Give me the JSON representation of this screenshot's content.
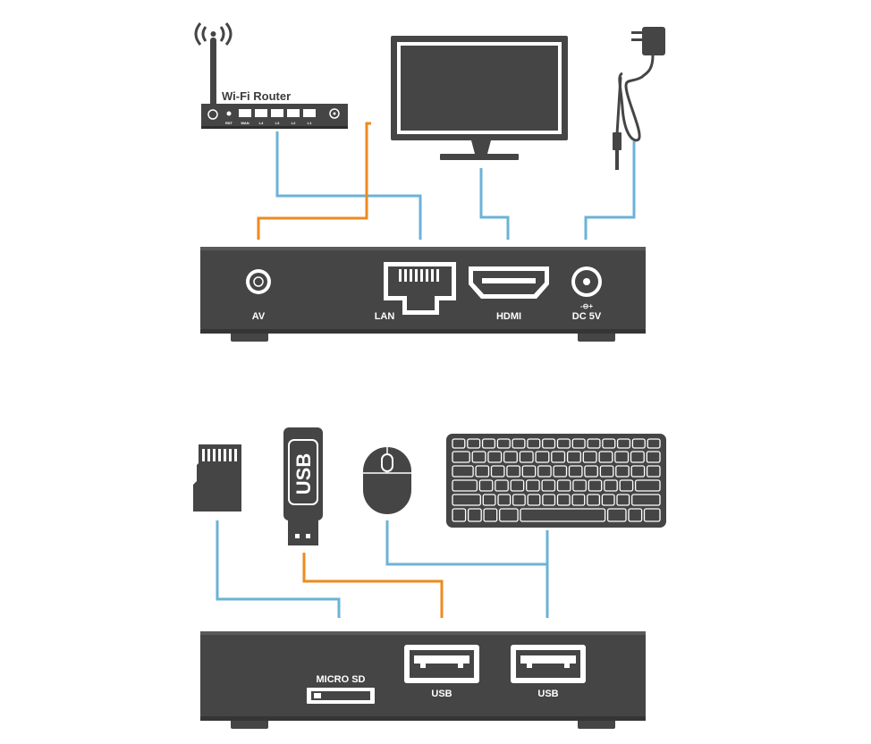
{
  "colors": {
    "device": "#454545",
    "device_dark": "#3a3a3a",
    "port_light": "#e6e6e6",
    "cable_blue": "#6bb3d6",
    "cable_orange": "#ee8a1f",
    "background": "#ffffff"
  },
  "router": {
    "title": "Wi-Fi Router",
    "port_labels": [
      "RST",
      "WAN",
      "L4",
      "L3",
      "L2",
      "L1"
    ],
    "icon": "wifi-router-icon"
  },
  "monitor": {
    "icon": "monitor-icon"
  },
  "power_adapter": {
    "icon": "power-adapter-icon"
  },
  "rear_panel": {
    "ports": [
      {
        "label": "AV",
        "icon": "av-jack-icon"
      },
      {
        "label": "LAN",
        "icon": "ethernet-port-icon"
      },
      {
        "label": "HDMI",
        "icon": "hdmi-port-icon"
      },
      {
        "label": "DC 5V",
        "icon": "dc-jack-icon",
        "polarity": "-⊖+"
      }
    ]
  },
  "front_panel": {
    "ports": [
      {
        "label": "MICRO SD",
        "icon": "micro-sd-slot-icon"
      },
      {
        "label": "USB",
        "icon": "usb-port-icon"
      },
      {
        "label": "USB",
        "icon": "usb-port-icon"
      }
    ]
  },
  "peripherals": {
    "sd_card": {
      "icon": "sd-card-icon"
    },
    "usb_stick": {
      "label": "USB",
      "icon": "usb-stick-icon"
    },
    "mouse": {
      "icon": "mouse-icon"
    },
    "keyboard": {
      "icon": "keyboard-icon"
    }
  }
}
